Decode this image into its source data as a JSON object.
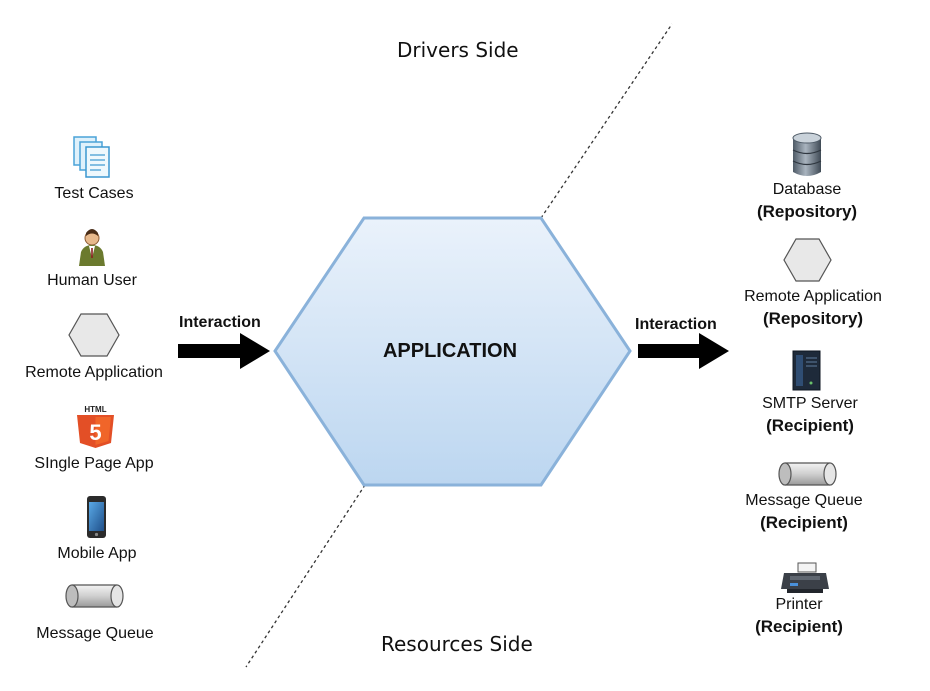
{
  "titles": {
    "drivers": "Drivers Side",
    "resources": "Resources Side"
  },
  "application": {
    "label": "APPLICATION"
  },
  "interaction": {
    "left": "Interaction",
    "right": "Interaction"
  },
  "drivers": [
    {
      "label": "Test Cases",
      "icon": "documents-icon"
    },
    {
      "label": "Human User",
      "icon": "person-icon"
    },
    {
      "label": "Remote Application",
      "icon": "hexagon-icon"
    },
    {
      "label": "SIngle Page App",
      "icon": "html5-icon"
    },
    {
      "label": "Mobile App",
      "icon": "mobile-phone-icon"
    },
    {
      "label": "Message Queue",
      "icon": "cylinder-icon"
    }
  ],
  "resources": [
    {
      "label": "Database",
      "role": "(Repository)",
      "icon": "database-icon"
    },
    {
      "label": "Remote Application",
      "role": "(Repository)",
      "icon": "hexagon-icon"
    },
    {
      "label": "SMTP Server",
      "role": "(Recipient)",
      "icon": "server-tower-icon"
    },
    {
      "label": "Message Queue",
      "role": "(Recipient)",
      "icon": "cylinder-icon"
    },
    {
      "label": "Printer",
      "role": "(Recipient)",
      "icon": "printer-icon"
    }
  ],
  "colors": {
    "hexagon_fill_top": "#eaf2fb",
    "hexagon_fill_bottom": "#bcd6f0",
    "hexagon_stroke": "#8ab2da",
    "html5_orange": "#e34f26",
    "arrow": "#000000"
  },
  "html5_badge_text": "HTML"
}
